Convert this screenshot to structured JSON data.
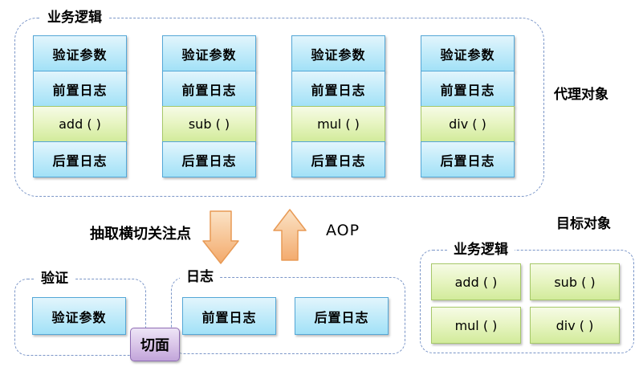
{
  "proxy_group": {
    "label": "业务逻辑",
    "side_label": "代理对象",
    "columns": [
      {
        "cells": [
          {
            "text": "验证参数",
            "type": "blue"
          },
          {
            "text": "前置日志",
            "type": "blue"
          },
          {
            "text": "add ( )",
            "type": "green"
          },
          {
            "text": "后置日志",
            "type": "blue"
          }
        ]
      },
      {
        "cells": [
          {
            "text": "验证参数",
            "type": "blue"
          },
          {
            "text": "前置日志",
            "type": "blue"
          },
          {
            "text": "sub ( )",
            "type": "green"
          },
          {
            "text": "后置日志",
            "type": "blue"
          }
        ]
      },
      {
        "cells": [
          {
            "text": "验证参数",
            "type": "blue"
          },
          {
            "text": "前置日志",
            "type": "blue"
          },
          {
            "text": "mul ( )",
            "type": "green"
          },
          {
            "text": "后置日志",
            "type": "blue"
          }
        ]
      },
      {
        "cells": [
          {
            "text": "验证参数",
            "type": "blue"
          },
          {
            "text": "前置日志",
            "type": "blue"
          },
          {
            "text": "div ( )",
            "type": "green"
          },
          {
            "text": "后置日志",
            "type": "blue"
          }
        ]
      }
    ]
  },
  "middle": {
    "extract_label": "抽取横切关注点",
    "aop_label": "AOP"
  },
  "validation_group": {
    "label": "验证",
    "cells": [
      {
        "text": "验证参数",
        "type": "blue"
      }
    ]
  },
  "log_group": {
    "label": "日志",
    "cells": [
      {
        "text": "前置日志",
        "type": "blue"
      },
      {
        "text": "后置日志",
        "type": "blue"
      }
    ]
  },
  "aspect": {
    "label": "切面"
  },
  "target_group": {
    "label": "业务逻辑",
    "side_label": "目标对象",
    "cells": [
      {
        "text": "add ( )",
        "type": "green"
      },
      {
        "text": "sub ( )",
        "type": "green"
      },
      {
        "text": "mul ( )",
        "type": "green"
      },
      {
        "text": "div ( )",
        "type": "green"
      }
    ]
  },
  "colors": {
    "blue_box_top": "#e2f5fc",
    "blue_box_bottom": "#a2e1f7",
    "blue_border": "#54a7d7",
    "green_box_top": "#f6fbe6",
    "green_box_bottom": "#d2eb9b",
    "green_border": "#a6c869",
    "purple_box_top": "#ede5f6",
    "purple_box_bottom": "#c2a5da",
    "purple_border": "#8f6cb4",
    "arrow_fill_light": "#fbe3c6",
    "arrow_fill_dark": "#f3a96a",
    "arrow_border": "#e89a55",
    "dashed_border": "#7b96c8"
  }
}
